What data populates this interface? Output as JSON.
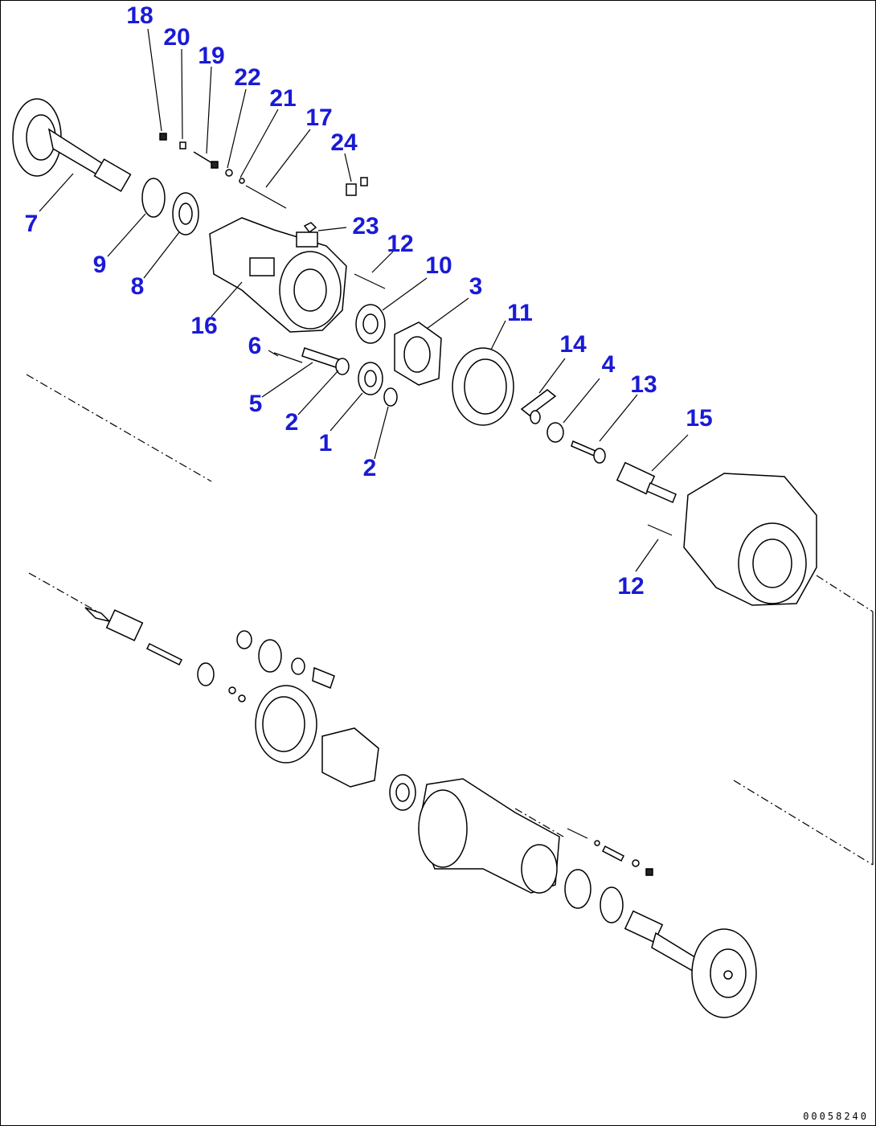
{
  "callouts": {
    "n18": "18",
    "n20": "20",
    "n19": "19",
    "n22": "22",
    "n21": "21",
    "n17": "17",
    "n24": "24",
    "n7": "7",
    "n9": "9",
    "n8": "8",
    "n23": "23",
    "n12a": "12",
    "n10": "10",
    "n3": "3",
    "n16": "16",
    "n11": "11",
    "n14": "14",
    "n6": "6",
    "n4": "4",
    "n13": "13",
    "n5": "5",
    "n2a": "2",
    "n1": "1",
    "n15": "15",
    "n2b": "2",
    "n12b": "12"
  },
  "document_id": "00058240",
  "colors": {
    "callout": "#1a1ad6",
    "line": "#000000",
    "background": "#ffffff"
  }
}
